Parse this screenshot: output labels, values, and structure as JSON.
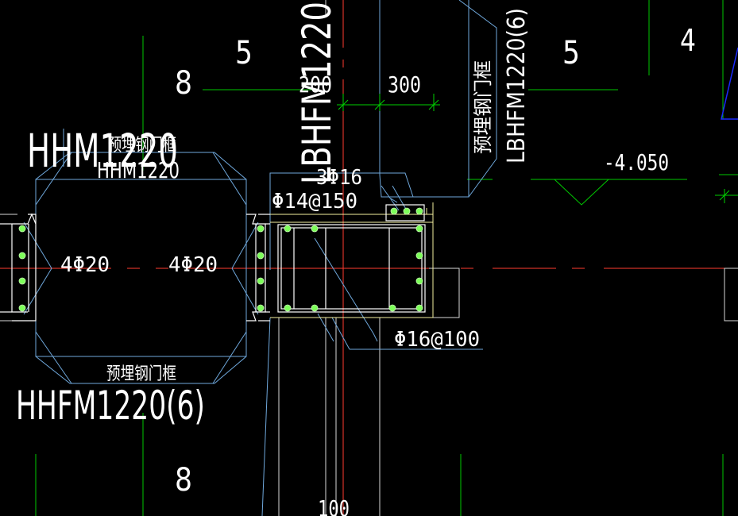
{
  "colors": {
    "background": "#000000",
    "text": "#ffffff",
    "grid_green": "#00c800",
    "frame_blue": "#6fa8dc",
    "deep_blue": "#1a2bff",
    "center_red": "#ff3b30",
    "rebar_white": "#ffffff",
    "rebar_dot": "#7dff5a",
    "outline_yellow": "#f5f0a0",
    "wall_gray": "#d9d9d9",
    "dim_green": "#00d000"
  },
  "labels": {
    "num_5_left": "5",
    "num_5_right": "5",
    "num_4": "4",
    "num_8_top": "8",
    "num_8_bottom": "8",
    "dim_200": "200",
    "dim_300": "300",
    "dim_100": "100",
    "elevation": "-4.050",
    "hhm_big": "HHM1220",
    "hhm_small": "HHM1220",
    "embed_frame_top": "预埋钢门框",
    "embed_frame_bottom": "预埋钢门框",
    "hhfm_big": "HHFM1220(6)",
    "lbhfm_vertical_left": "LBHFM1220",
    "lbhfm_vertical_right": "LBHFM1220(6)",
    "embed_frame_vertical": "预埋钢门框",
    "rebar_3phi16": "3Φ16",
    "rebar_phi14": "Φ14@150",
    "rebar_4phi20_left": "4Φ20",
    "rebar_4phi20_right": "4Φ20",
    "rebar_phi16_100": "Φ16@100"
  }
}
